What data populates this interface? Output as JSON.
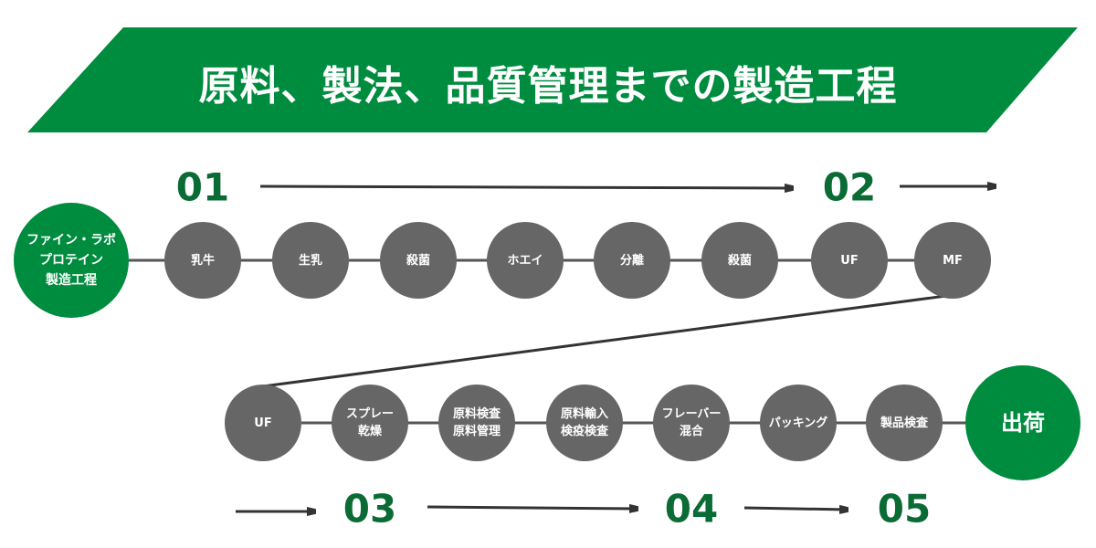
{
  "title": "原料、製法、品質管理までの製造工程",
  "colors": {
    "green": "#008c3f",
    "number": "#0a6b35",
    "node": "#666666",
    "line": "#444444"
  },
  "start": "ファイン・ラボ\nプロテイン\n製造工程",
  "end": "出荷",
  "row1": [
    "乳牛",
    "生乳",
    "殺菌",
    "ホエイ",
    "分離",
    "殺菌",
    "UF",
    "MF"
  ],
  "row2": [
    "UF",
    "スプレー\n乾燥",
    "原料検査\n原料管理",
    "原料輸入\n検疫検査",
    "フレーバー\n混合",
    "パッキング",
    "製品検査"
  ],
  "steps": [
    "01",
    "02",
    "03",
    "04",
    "05"
  ]
}
